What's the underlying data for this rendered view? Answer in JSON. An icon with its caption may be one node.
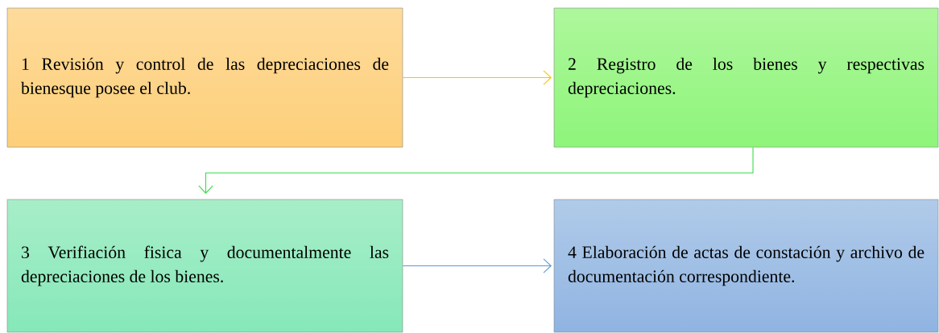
{
  "diagram": {
    "nodes": [
      {
        "text": [
          "1 Revisión y control de las depreciaciones de bienesque posee el club."
        ]
      },
      {
        "text": [
          "2 Registro de los bienes y respectivas depreciaciones."
        ]
      },
      {
        "text": [
          "3 Verifiación fisica y documentalmente las depreciaciones de los bienes."
        ]
      },
      {
        "text": [
          "4 Elaboración de actas de constación y archivo de documentación correspondiente."
        ]
      }
    ],
    "edges": [
      {
        "from": 0,
        "to": 1,
        "arrow": "to",
        "color": "#ffc000"
      },
      {
        "from": 1,
        "to": 2,
        "arrow": "to",
        "color": "#33dd44"
      },
      {
        "from": 2,
        "to": 3,
        "arrow": "to",
        "color": "#5b9bd5"
      }
    ]
  }
}
